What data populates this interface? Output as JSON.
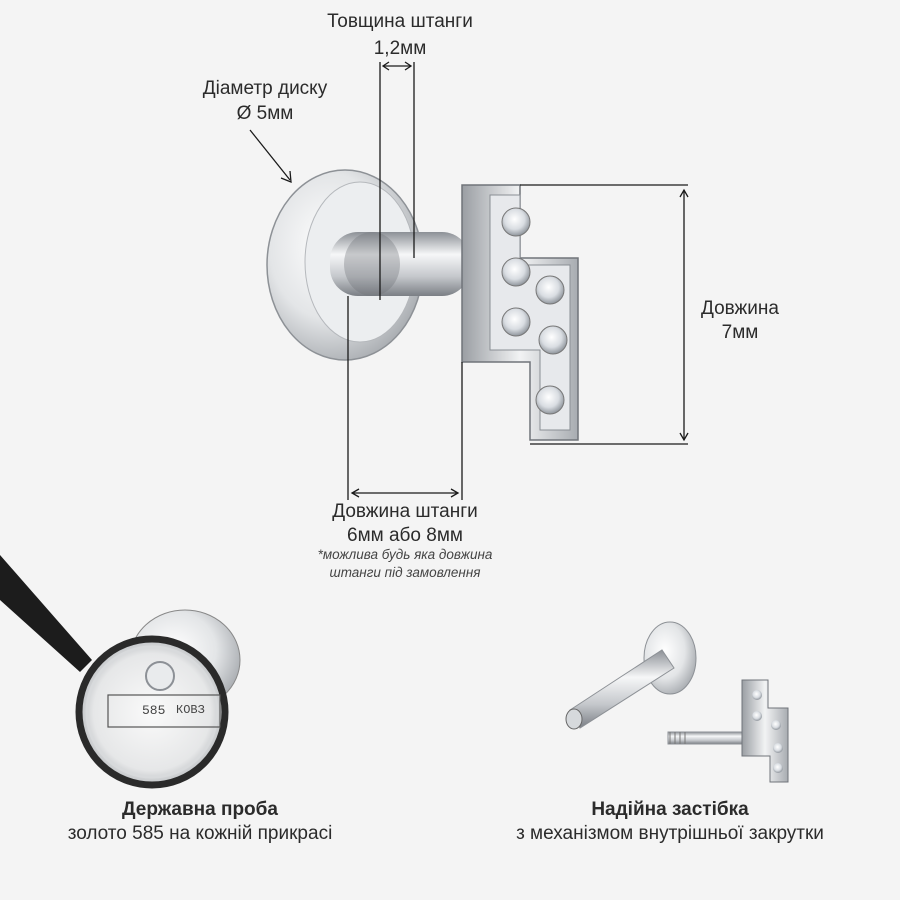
{
  "dimensions": {
    "bar_thickness": {
      "label": "Товщина штанги",
      "value": "1,2мм"
    },
    "disc_diameter": {
      "label": "Діаметр диску",
      "value": "Ø 5мм"
    },
    "length": {
      "label": "Довжина",
      "value": "7мм"
    },
    "bar_length": {
      "label": "Довжина штанги",
      "value": "6мм або 8мм",
      "note_line1": "*можлива будь яка довжина",
      "note_line2": "штанги під замовлення"
    }
  },
  "features": {
    "hallmark": {
      "title": "Державна проба",
      "subtitle": "золото 585 на кожній прикрасі",
      "stamp_text": "585",
      "stamp_code": "КОВЗ"
    },
    "clasp": {
      "title": "Надійна застібка",
      "subtitle": "з механізмом внутрішньої закрутки"
    }
  },
  "colors": {
    "background": "#f4f4f4",
    "metal": "#c9cccf",
    "line": "#1a1a1a"
  }
}
